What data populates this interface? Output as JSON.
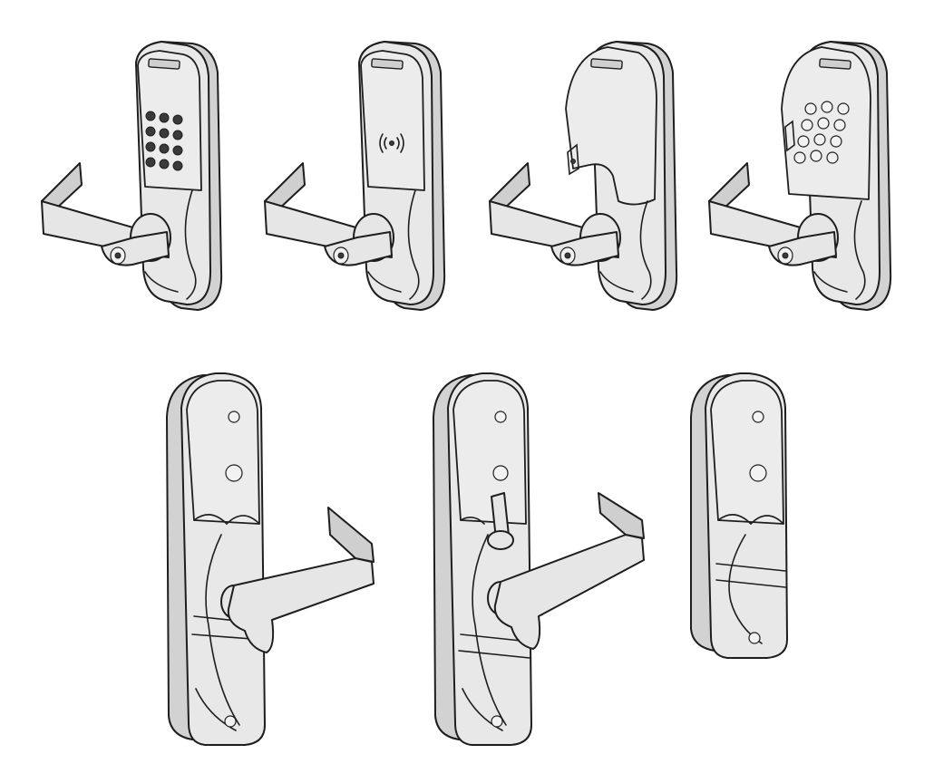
{
  "illustration": {
    "top_row": [
      {
        "variant": "keypad-lever-lock",
        "icon": "keypad-icon"
      },
      {
        "variant": "proximity-lever-lock",
        "icon": "contactless-symbol-icon"
      },
      {
        "variant": "swipe-card-lever-lock",
        "icon": "card-slot-icon"
      },
      {
        "variant": "swipe-keypad-lever-lock",
        "icon": "keypad-icon"
      }
    ],
    "bottom_row": [
      {
        "variant": "exit-trim-lever-lock",
        "icon": "key-cylinder-icon"
      },
      {
        "variant": "exit-trim-thumbturn-lock",
        "icon": "thumbturn-icon"
      },
      {
        "variant": "exit-trim-no-lever",
        "icon": "key-cylinder-icon"
      }
    ],
    "colors": {
      "outline": "#1e1e1e",
      "fill": "#e8e8e8",
      "shade": "#d2d2d2",
      "background": "#ffffff"
    }
  }
}
